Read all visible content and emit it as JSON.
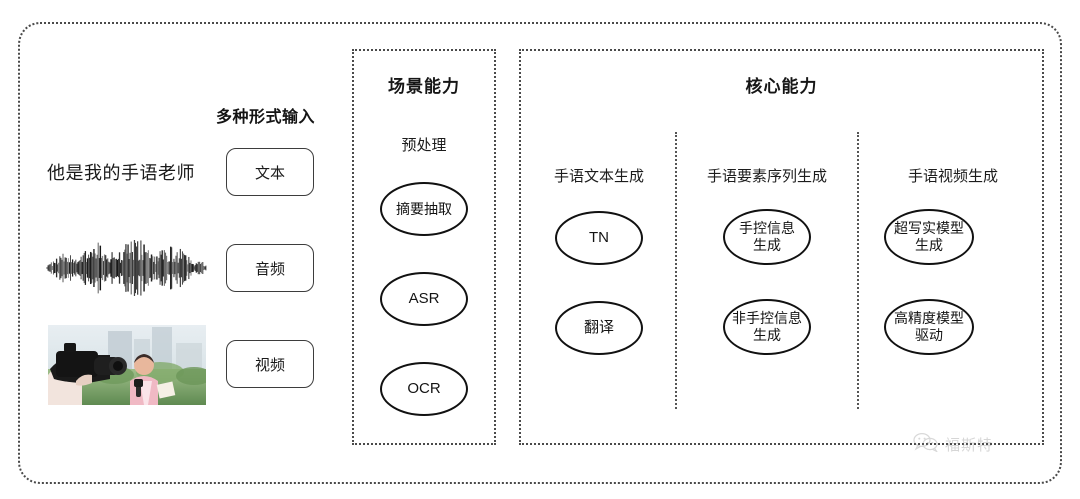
{
  "figure": {
    "background": "#ffffff",
    "frame_color": "#4a4a4a",
    "node_border_color": "#111111"
  },
  "input_section": {
    "caption": "多种形式输入",
    "sample_sentence": "他是我的手语老师",
    "modalities": [
      {
        "label": "文本",
        "icon": "text-sample"
      },
      {
        "label": "音频",
        "icon": "audio-waveform"
      },
      {
        "label": "视频",
        "icon": "video-thumbnail"
      }
    ]
  },
  "scene_panel": {
    "title": "场景能力",
    "group_label": "预处理",
    "nodes": [
      {
        "label": "摘要抽取",
        "lines": [
          "摘要抽取"
        ]
      },
      {
        "label": "ASR",
        "lines": [
          "ASR"
        ]
      },
      {
        "label": "OCR",
        "lines": [
          "OCR"
        ]
      }
    ]
  },
  "core_panel": {
    "title": "核心能力",
    "columns": [
      {
        "heading": "手语文本生成",
        "nodes": [
          {
            "label": "TN",
            "lines": [
              "TN"
            ]
          },
          {
            "label": "翻译",
            "lines": [
              "翻译"
            ]
          }
        ]
      },
      {
        "heading": "手语要素序列生成",
        "nodes": [
          {
            "label": "手控信息生成",
            "lines": [
              "手控信息",
              "生成"
            ]
          },
          {
            "label": "非手控信息生成",
            "lines": [
              "非手控信息",
              "生成"
            ]
          }
        ]
      },
      {
        "heading": "手语视频生成",
        "nodes": [
          {
            "label": "超写实模型生成",
            "lines": [
              "超写实模型",
              "生成"
            ]
          },
          {
            "label": "高精度模型驱动",
            "lines": [
              "高精度模型",
              "驱动"
            ]
          }
        ]
      }
    ]
  },
  "watermark": {
    "icon": "wechat-icon",
    "text": "福斯特"
  }
}
